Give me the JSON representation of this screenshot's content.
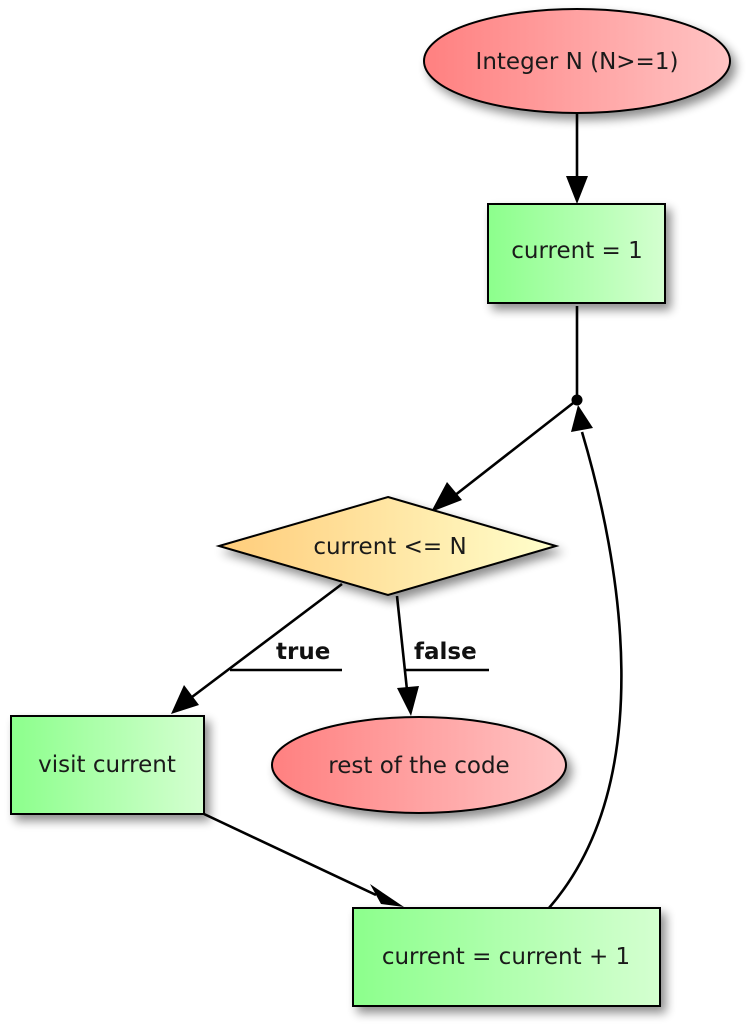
{
  "nodes": {
    "start": {
      "label": "Integer N (N>=1)"
    },
    "init": {
      "label": "current = 1"
    },
    "condition": {
      "label": "current <= N"
    },
    "visit": {
      "label": "visit current"
    },
    "rest": {
      "label": "rest of the code"
    },
    "increment": {
      "label": "current = current + 1"
    }
  },
  "edges": {
    "true_label": "true",
    "false_label": "false"
  },
  "colors": {
    "ellipse_fill_start": "#ff8080",
    "ellipse_fill_end": "#ffc4c4",
    "rect_fill_start": "#8cff8c",
    "rect_fill_end": "#d4ffd0",
    "diamond_fill_start": "#ffcc7a",
    "diamond_fill_end": "#ffffcc",
    "stroke": "#000000"
  }
}
